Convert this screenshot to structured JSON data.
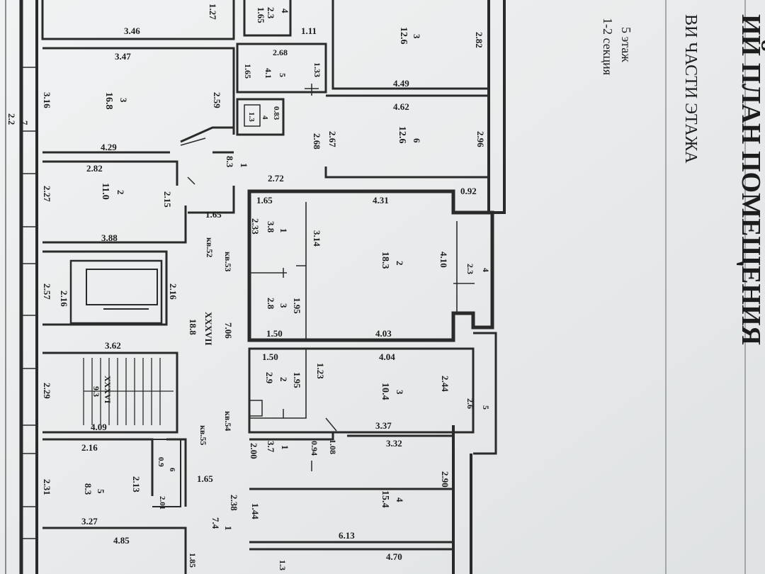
{
  "header": {
    "title": "ИЙ ПЛАН ПОМЕЩЕНИЯ",
    "subtitle": "ВИ ЧАСТИ ЭТАЖА",
    "floor": "5 этаж",
    "section": "1-2 секция"
  },
  "labels": {
    "a01": "3.46",
    "a02": "3.47",
    "a03": "4.29",
    "a04": "2.82",
    "a05": "3.88",
    "a06": "3.62",
    "a07": "4.09",
    "a08": "2.16",
    "a09": "3.27",
    "a10": "4.85",
    "a11": "1.27",
    "a12": "1.65",
    "a13": "2.3",
    "a14": "4",
    "a15": "3.16",
    "a16": "2.2",
    "a17": "7",
    "a18": "2.27",
    "a19": "2.57",
    "a20": "2.16",
    "a21": "2.29",
    "a22": "2.31",
    "a23": "1.11",
    "a24": "2.68",
    "a25": "1.65",
    "a26": "4.1",
    "a27": "5",
    "a28": "1.33",
    "a29": "0.83",
    "a30": "1.3",
    "a31": "4",
    "a32": "2.59",
    "a33": "16.8",
    "a34": "3",
    "a35": "11.0",
    "a36": "2",
    "a37": "2.15",
    "a38": "8.3",
    "a39": "1",
    "a40": "2.72",
    "a41": "1.65",
    "a42": "кв.52",
    "a43": "кв.53",
    "a44": "2.16",
    "a45": "ХХХVII",
    "a46": "18.8",
    "a47": "7.06",
    "a48": "ХХХVI",
    "a49": "9.3",
    "a50": "кв.54",
    "a51": "кв.55",
    "a52": "2.00",
    "a53": "1.65",
    "a54": "2.38",
    "a55": "7.4",
    "a56": "1",
    "a57": "2.13",
    "a58": "8.3",
    "a59": "5",
    "a60": "0.9",
    "a61": "6",
    "a62": "2.01",
    "a63": "1.85",
    "b01": "12.6",
    "b02": "3",
    "b03": "2.82",
    "b04": "4.49",
    "b05": "4.62",
    "b06": "12.6",
    "b07": "6",
    "b08": "2.96",
    "b09": "2.67",
    "b10": "2.68",
    "b11": "0.92",
    "c01": "1.65",
    "c02": "4.31",
    "c03": "3.8",
    "c04": "1",
    "c05": "2.33",
    "c06": "3.14",
    "c07": "18.3",
    "c08": "2",
    "c09": "4.10",
    "c10": "2.3",
    "c11": "4",
    "c12": "2.8",
    "c13": "3",
    "c14": "1.95",
    "c15": "1.50",
    "c16": "4.03",
    "d01": "1.50",
    "d02": "4.04",
    "d03": "2.9",
    "d04": "2",
    "d05": "1.95",
    "d06": "1.23",
    "d07": "10.4",
    "d08": "3",
    "d09": "2.44",
    "d10": "2.6",
    "d11": "5",
    "d12": "3.37",
    "d13": "3.7",
    "d14": "1",
    "d15": "0.94",
    "d16": "1.08",
    "d17": "3.32",
    "d18": "15.4",
    "d19": "4",
    "d20": "2.90",
    "d21": "1.44",
    "d22": "6.13",
    "d23": "4.70",
    "d24": "1.3"
  }
}
